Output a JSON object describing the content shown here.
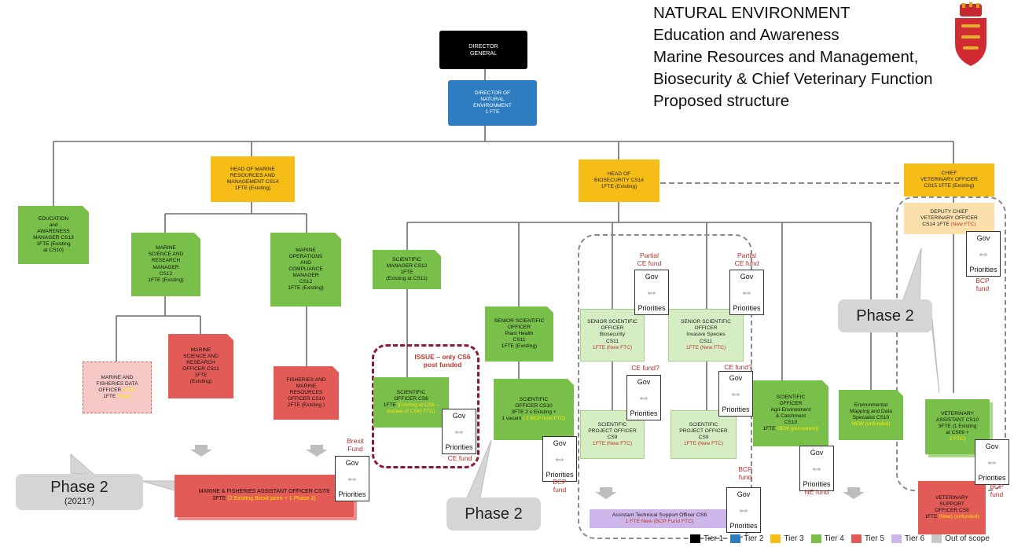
{
  "title": {
    "line1": "NATURAL ENVIRONMENT",
    "line2": "Education and Awareness",
    "line3": "Marine Resources and Management,",
    "line4": "Biosecurity & Chief Veterinary Function",
    "line5": "Proposed structure"
  },
  "colors": {
    "tier1": "#000000",
    "tier2": "#2e7dc1",
    "tier3": "#f6bd16",
    "tier4": "#79c04a",
    "tier5": "#e25b56",
    "tier6": "#cdb6ea",
    "out_of_scope": "#c8c8c8",
    "issue_border": "#8e1731",
    "note_red": "#b0302c"
  },
  "boxes": {
    "director_general": [
      "DIRECTOR",
      "GENERAL"
    ],
    "director_ne": [
      "DIRECTOR OF",
      "NATURAL",
      "ENVIRONMENT",
      "1 FTE"
    ],
    "head_marine": [
      "HEAD OF MARINE",
      "RESOURCES AND",
      "MANAGEMENT CS14",
      "1FTE (Existing)"
    ],
    "head_biosecurity": [
      "HEAD OF",
      "BIOSECURITY CS14",
      "1FTE (Existing)"
    ],
    "chief_vet": [
      "CHIEF",
      "VETERINARY OFFICER",
      "CS15 1FTE (Existing)"
    ],
    "deputy_vet": [
      "DEPUTY CHIEF",
      "VETERINARY OFFICER"
    ],
    "deputy_vet_grade": "CS14 1FTE ",
    "deputy_vet_extra": "(New FTC)",
    "education_manager": [
      "EDUCATION",
      "and",
      "AWARENESS",
      "MANAGER CS13",
      "1FTE (Existing",
      "at CS10)"
    ],
    "marine_science_manager": [
      "MARINE",
      "SCIENCE AND",
      "RESEARCH",
      "MANAGER",
      "CS12",
      "1FTE (Existing)"
    ],
    "marine_ops_manager": [
      "MARINE",
      "OPERATIONS",
      "AND",
      "COMPLIANCE",
      "MANAGER",
      "CS12",
      "1FTE (Existing)"
    ],
    "fisheries_data_officer": [
      "MARINE AND",
      "FISHERIES DATA"
    ],
    "fisheries_data_officer_l3": "OFFICER ",
    "fisheries_data_officer_l3_extra": "CS10",
    "fisheries_data_officer_l4": "1FTE ",
    "fisheries_data_officer_l4_extra": "(New)",
    "marine_research_officer": [
      "MARINE",
      "SCIENCE AND",
      "RESEARCH",
      "OFFICER CS11",
      "1FTE",
      "(Existing)"
    ],
    "fisheries_officer": [
      "FISHERIES AND",
      "MARINE",
      "RESOURCES",
      "OFFICER CS10",
      "2FTE (Existing )"
    ],
    "scientific_manager": [
      "SCIENTIFIC",
      "MANAGER CS12",
      "1FTE",
      "(Existing at CS11)"
    ],
    "scientific_officer_cs6": [
      "SCIENTIFIC",
      "OFFICER CS6"
    ],
    "scientific_officer_cs6_l3": "1FTE ",
    "scientific_officer_cs6_extra": "(Existing at CS6 – trainee of CS6) FTC)",
    "senior_plant_health": [
      "SENIOR SCIENTIFIC",
      "OFFICER",
      "Plant Health",
      "CS11",
      "1FTE (Existing)"
    ],
    "scientific_officer_cs10": [
      "SCIENTIFIC",
      "OFFICER CS10",
      "3FTE 2 x Existing +"
    ],
    "scientific_officer_cs10_l4": "1 vacant ",
    "scientific_officer_cs10_extra": "( 1 BCP fund FTC)",
    "senior_biosecurity": [
      "SENIOR SCIENTIFIC",
      "OFFICER",
      "Biosecurity",
      "CS11"
    ],
    "senior_biosecurity_fte": "1FTE (New FTC)",
    "senior_invasive": [
      "SENIOR SCIENTIFIC",
      "OFFICER",
      "Invasive Species",
      "CS11"
    ],
    "senior_invasive_fte": "1FTE (New FTC)",
    "project_officer_1": [
      "SCIENTIFIC",
      "PROJECT OFFICER",
      "CS9"
    ],
    "project_officer_1_fte": "1FTE (New FTC)",
    "project_officer_2": [
      "SCIENTIFIC",
      "PROJECT OFFICER",
      "CS9"
    ],
    "project_officer_2_fte": "1FTE (New FTC)",
    "agri_officer": [
      "SCIENTIFIC",
      "OFFICER",
      "Agri-Environment",
      "& Catchment",
      "CS10"
    ],
    "agri_officer_l6": "1FTE ",
    "agri_officer_extra": "NEW (permanent)",
    "environmental_mapping": [
      "Environmental",
      "Mapping and Data",
      "Specialist CS10"
    ],
    "environmental_mapping_extra": "NEW (unfunded)",
    "vet_assistant": [
      "VETERINARY",
      "ASSISTANT CS10",
      "3FTE (1 Existing",
      "at CS09 + "
    ],
    "vet_assistant_extra": "2 FTC)",
    "vet_support": [
      "VETERINARY",
      "SUPPORT",
      "OFFICER CS8"
    ],
    "vet_support_l4": "1FTE ",
    "vet_support_extra": "(New) (unfunded)",
    "marine_assistant": "MARINE & FISHERIES ASSISTANT OFFICER CS7/8",
    "marine_assistant_l2": "3FTE ",
    "marine_assistant_extra": "(2 Existing Brexit perm + 1 Phase 2)",
    "technical_support": "Assistant Technical Support Officer CS6",
    "technical_support_l2": "1 FTE New (BCP Fund FTC)"
  },
  "gov_box": {
    "top": "Gov",
    "bottom": "Priorities"
  },
  "notes": {
    "partial_ce_1": [
      "Partial",
      "CE fund"
    ],
    "partial_ce_2": [
      "Partial",
      "CE fund"
    ],
    "ce_fund_q1": "CE fund?",
    "ce_fund_q2": "CE fund?",
    "ce_fund": "CE fund",
    "bcp_fund_1": [
      "BCP",
      "fund"
    ],
    "bcp_fund_2": [
      "BCP",
      "fund"
    ],
    "bcp_fund_3": [
      "BCP",
      "fund"
    ],
    "bcp_fund_4": [
      "BCP",
      "fund"
    ],
    "brexit_fund": [
      "Brexit",
      "Fund"
    ],
    "ne_fund": "NE fund",
    "issue": [
      "ISSUE – only CS6",
      "post funded"
    ]
  },
  "phases": {
    "phase2_left": "Phase 2",
    "phase2_left_sub": "(2021?)",
    "phase2_mid": "Phase 2",
    "phase2_right": "Phase 2"
  },
  "legend": [
    {
      "label": "Tier 1",
      "color": "#000000"
    },
    {
      "label": "Tier 2",
      "color": "#2e7dc1"
    },
    {
      "label": "Tier 3",
      "color": "#f6bd16"
    },
    {
      "label": "Tier 4",
      "color": "#79c04a"
    },
    {
      "label": "Tier 5",
      "color": "#e25b56"
    },
    {
      "label": "Tier 6",
      "color": "#cdb6ea"
    },
    {
      "label": "Out of scope",
      "color": "#c8c8c8"
    }
  ]
}
